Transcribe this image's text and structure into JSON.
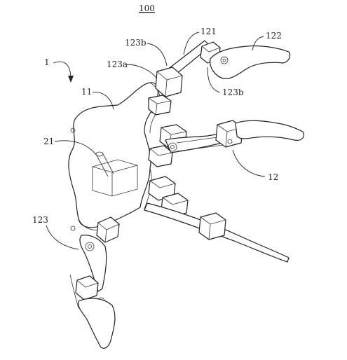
{
  "figure": {
    "title": "100",
    "labels": {
      "gripper": "1",
      "base": "11",
      "finger": "12",
      "finger_joint": "121",
      "fingertip": "122",
      "joint_module": "123",
      "joint_a": "123a",
      "joint_b_top": "123b",
      "joint_b_right": "123b",
      "actuator": "21"
    }
  }
}
